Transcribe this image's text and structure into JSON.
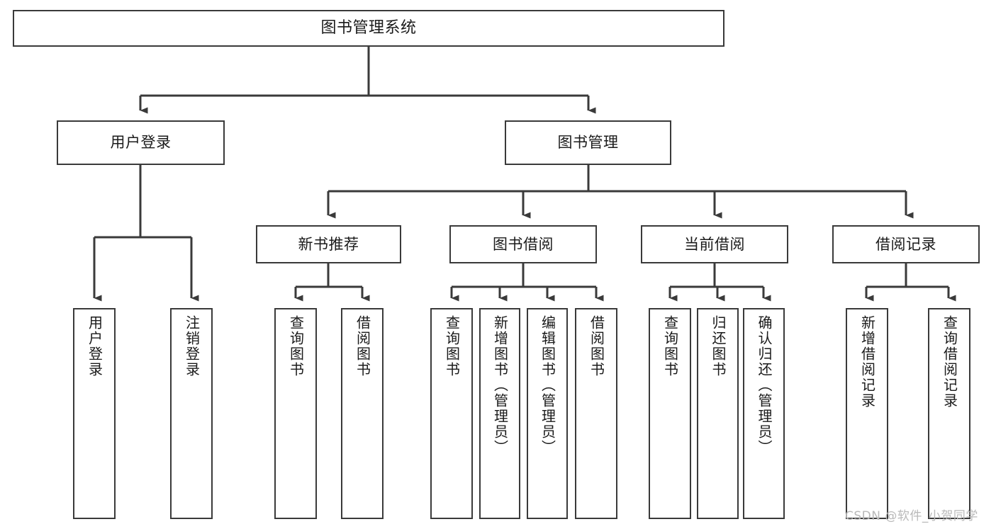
{
  "diagram": {
    "type": "tree-hierarchy",
    "title": "图书管理系统",
    "orientation": "top-down",
    "colors": {
      "node_border": "#3a3a3a",
      "node_fill": "#ffffff",
      "edge": "#3a3a3a",
      "text": "#1a1a1a",
      "watermark": "#b9b9b9",
      "background": "#ffffff"
    },
    "root": {
      "label": "图书管理系统"
    },
    "level2": [
      {
        "label": "用户登录"
      },
      {
        "label": "图书管理"
      }
    ],
    "level3": [
      {
        "label": "新书推荐"
      },
      {
        "label": "图书借阅"
      },
      {
        "label": "当前借阅"
      },
      {
        "label": "借阅记录"
      }
    ],
    "leaves": {
      "user_login": [
        {
          "label": "用户登录"
        },
        {
          "label": "注销登录"
        }
      ],
      "new_book_recommend": [
        {
          "label": "查询图书"
        },
        {
          "label": "借阅图书"
        }
      ],
      "book_borrow": [
        {
          "label": "查询图书"
        },
        {
          "label": "新增图书（管理员）"
        },
        {
          "label": "编辑图书（管理员）"
        },
        {
          "label": "借阅图书"
        }
      ],
      "current_borrow": [
        {
          "label": "查询图书"
        },
        {
          "label": "归还图书"
        },
        {
          "label": "确认归还（管理员）"
        }
      ],
      "borrow_record": [
        {
          "label": "新增借阅记录"
        },
        {
          "label": "查询借阅记录"
        }
      ]
    }
  },
  "watermark": {
    "text": "CSDN @软件_小贺同学"
  }
}
